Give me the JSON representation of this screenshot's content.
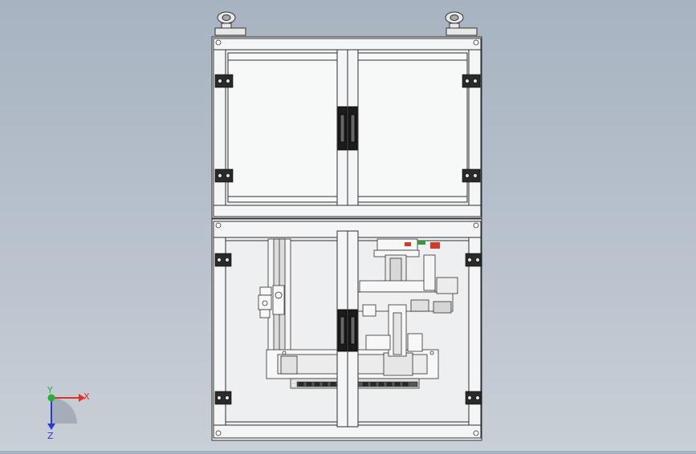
{
  "viewport": {
    "background_top": "#a8b3c1",
    "background_bottom": "#c8cfd6"
  },
  "model": {
    "line_color": "#303030",
    "frame_fill": "#f4f5f6",
    "panel_fill": "#f0f1f2",
    "handle_color": "#1c1c1c",
    "accent_red": "#d23a2a",
    "accent_green": "#3a9a3a"
  },
  "triad": {
    "x_label": "X",
    "y_label": "Y",
    "z_label": "Z",
    "x_color": "#e0302a",
    "y_color": "#22b03a",
    "z_color": "#2a3ad0"
  }
}
